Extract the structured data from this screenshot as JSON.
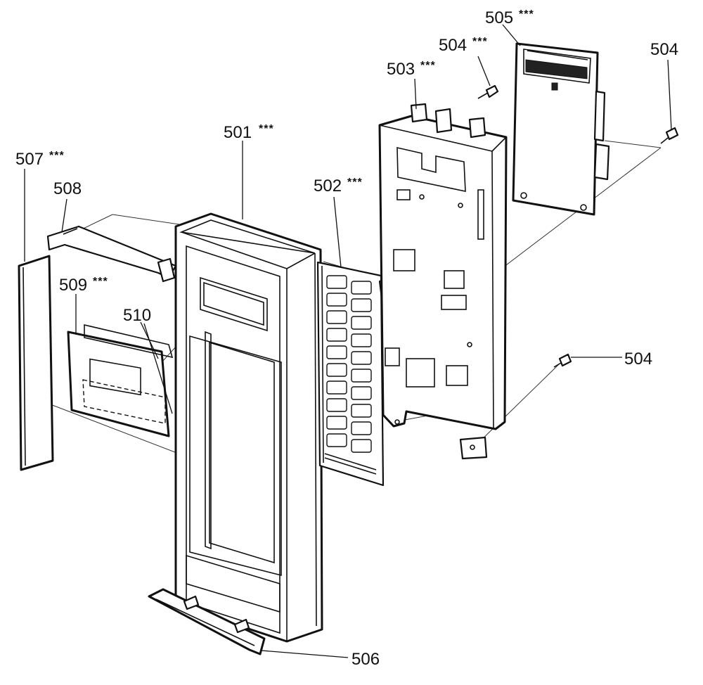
{
  "callouts": [
    {
      "id": "c501",
      "number": "501",
      "mark": "***"
    },
    {
      "id": "c502",
      "number": "502",
      "mark": "***"
    },
    {
      "id": "c503",
      "number": "503",
      "mark": "***"
    },
    {
      "id": "c504a",
      "number": "504",
      "mark": "***"
    },
    {
      "id": "c504b",
      "number": "504",
      "mark": ""
    },
    {
      "id": "c504c",
      "number": "504",
      "mark": ""
    },
    {
      "id": "c505",
      "number": "505",
      "mark": "***"
    },
    {
      "id": "c506",
      "number": "506",
      "mark": ""
    },
    {
      "id": "c507",
      "number": "507",
      "mark": "***"
    },
    {
      "id": "c508",
      "number": "508",
      "mark": ""
    },
    {
      "id": "c509",
      "number": "509",
      "mark": "***"
    },
    {
      "id": "c510",
      "number": "510",
      "mark": ""
    }
  ]
}
